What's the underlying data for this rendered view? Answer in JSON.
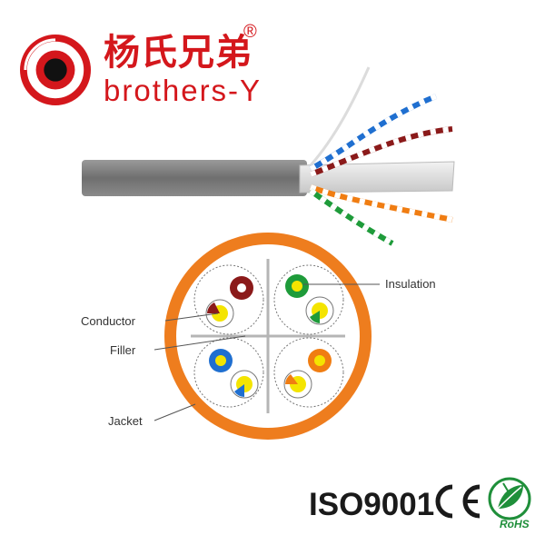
{
  "brand": {
    "name_cn": "杨氏兄弟",
    "registered_mark": "®",
    "name_en": "brothers-Y",
    "color": "#d4171c"
  },
  "diagram": {
    "labels": {
      "insulation": "Insulation",
      "conductor": "Conductor",
      "filler": "Filler",
      "jacket": "Jacket"
    },
    "colors": {
      "jacket": "#ee7d1e",
      "cable_gray": "#7a7a7a",
      "conductor": "#f4e400",
      "pair_brown": "#8b1a1a",
      "pair_green": "#1e9b3a",
      "pair_blue": "#1f6fd0",
      "pair_orange": "#f07d12"
    }
  },
  "certifications": {
    "iso": "ISO9001",
    "ce_icon": "ce-mark-icon",
    "rohs_icon": "rohs-leaf-icon",
    "rohs_label": "RoHS"
  }
}
